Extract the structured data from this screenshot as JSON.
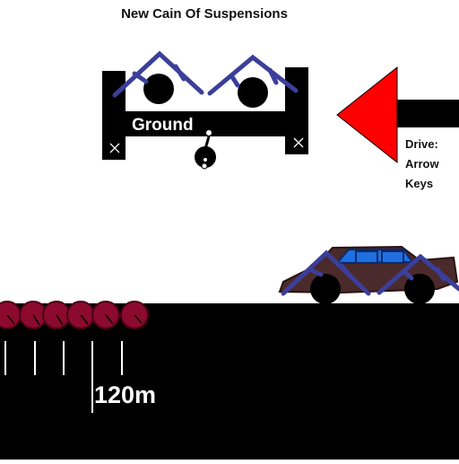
{
  "title": "New Cain Of Suspensions",
  "ground_label": "Ground",
  "drive_hint": {
    "line1": "Drive:",
    "line2": "Arrow",
    "line3": "Keys"
  },
  "distance_readout": "120m",
  "icons": {
    "arrow": "left-arrow-icon",
    "close": "x-icon"
  },
  "colors": {
    "arrow": "#ff0000",
    "ground": "#000000",
    "suspension": "#3b3f9a",
    "car_body": "#4a2a2a",
    "car_window": "#1f6fe0",
    "wheel_chain": "#8b0a2e"
  }
}
